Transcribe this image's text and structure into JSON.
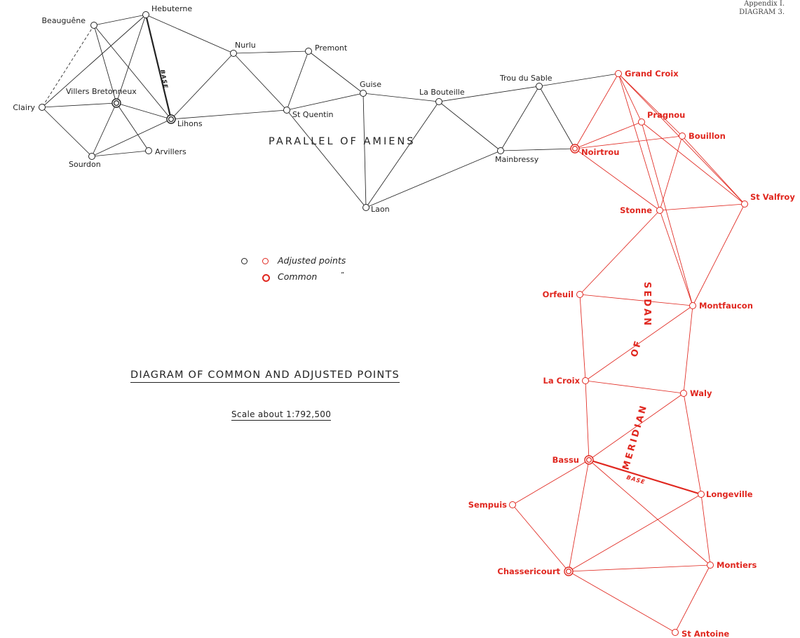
{
  "header": {
    "line1": "Appendix I.",
    "line2": "DIAGRAM 3."
  },
  "title": "DIAGRAM OF COMMON AND ADJUSTED POINTS",
  "scale": "Scale about  1:792,500",
  "legend": {
    "adjusted_label": "Adjusted points",
    "common_label": "Common",
    "common_ditto": "”"
  },
  "colors": {
    "black": "#222222",
    "red": "#e0271f"
  },
  "region_labels": {
    "parallel": "PARALLEL OF AMIENS",
    "meridian": [
      "OF",
      "MERIDIAN"
    ],
    "sedan": "SEDAN",
    "base_black": "BASE",
    "base_red": "BASE"
  },
  "stations": [
    {
      "id": "beaugene",
      "label": "Beauguêne",
      "color": "black",
      "kind": "adjusted"
    },
    {
      "id": "hebuterne",
      "label": "Hebuterne",
      "color": "black",
      "kind": "adjusted"
    },
    {
      "id": "nurlu",
      "label": "Nurlu",
      "color": "black",
      "kind": "adjusted"
    },
    {
      "id": "premont",
      "label": "Premont",
      "color": "black",
      "kind": "adjusted"
    },
    {
      "id": "clairy",
      "label": "Clairy",
      "color": "black",
      "kind": "adjusted"
    },
    {
      "id": "villers",
      "label": "Villers Bretonneux",
      "color": "black",
      "kind": "common"
    },
    {
      "id": "lihons",
      "label": "Lihons",
      "color": "black",
      "kind": "common"
    },
    {
      "id": "stquentin",
      "label": "St Quentin",
      "color": "black",
      "kind": "adjusted"
    },
    {
      "id": "guise",
      "label": "Guise",
      "color": "black",
      "kind": "adjusted"
    },
    {
      "id": "labouteille",
      "label": "La Bouteille",
      "color": "black",
      "kind": "adjusted"
    },
    {
      "id": "troudusable",
      "label": "Trou du Sable",
      "color": "black",
      "kind": "adjusted"
    },
    {
      "id": "sourdon",
      "label": "Sourdon",
      "color": "black",
      "kind": "adjusted"
    },
    {
      "id": "arvillers",
      "label": "Arvillers",
      "color": "black",
      "kind": "adjusted"
    },
    {
      "id": "laon",
      "label": "Laon",
      "color": "black",
      "kind": "adjusted"
    },
    {
      "id": "mainbressy",
      "label": "Mainbressy",
      "color": "black",
      "kind": "adjusted"
    },
    {
      "id": "noirtrou",
      "label": "Noirtrou",
      "color": "red",
      "kind": "common"
    },
    {
      "id": "grandcroix",
      "label": "Grand Croix",
      "color": "red",
      "kind": "adjusted"
    },
    {
      "id": "pragnou",
      "label": "Pragnou",
      "color": "red",
      "kind": "adjusted"
    },
    {
      "id": "bouillon",
      "label": "Bouillon",
      "color": "red",
      "kind": "adjusted"
    },
    {
      "id": "stvalfroy",
      "label": "St Valfroy",
      "color": "red",
      "kind": "adjusted"
    },
    {
      "id": "stonne",
      "label": "Stonne",
      "color": "red",
      "kind": "adjusted"
    },
    {
      "id": "orfeuil",
      "label": "Orfeuil",
      "color": "red",
      "kind": "adjusted"
    },
    {
      "id": "montfaucon",
      "label": "Montfaucon",
      "color": "red",
      "kind": "adjusted"
    },
    {
      "id": "lacroix",
      "label": "La Croix",
      "color": "red",
      "kind": "adjusted"
    },
    {
      "id": "waly",
      "label": "Waly",
      "color": "red",
      "kind": "adjusted"
    },
    {
      "id": "bassu",
      "label": "Bassu",
      "color": "red",
      "kind": "common"
    },
    {
      "id": "longeville",
      "label": "Longeville",
      "color": "red",
      "kind": "adjusted"
    },
    {
      "id": "sempuis",
      "label": "Sempuis",
      "color": "red",
      "kind": "adjusted"
    },
    {
      "id": "montiers",
      "label": "Montiers",
      "color": "red",
      "kind": "adjusted"
    },
    {
      "id": "chassericourt",
      "label": "Chassericourt",
      "color": "red",
      "kind": "common"
    },
    {
      "id": "stantoine",
      "label": "St Antoine",
      "color": "red",
      "kind": "adjusted"
    }
  ],
  "edges": [
    {
      "from": "beaugene",
      "to": "clairy",
      "color": "black",
      "style": "dashed"
    },
    {
      "from": "beaugene",
      "to": "hebuterne",
      "color": "black"
    },
    {
      "from": "beaugene",
      "to": "villers",
      "color": "black"
    },
    {
      "from": "beaugene",
      "to": "lihons",
      "color": "black"
    },
    {
      "from": "hebuterne",
      "to": "villers",
      "color": "black"
    },
    {
      "from": "hebuterne",
      "to": "lihons",
      "color": "black",
      "style": "base"
    },
    {
      "from": "hebuterne",
      "to": "nurlu",
      "color": "black"
    },
    {
      "from": "hebuterne",
      "to": "clairy",
      "color": "black"
    },
    {
      "from": "clairy",
      "to": "villers",
      "color": "black"
    },
    {
      "from": "clairy",
      "to": "sourdon",
      "color": "black"
    },
    {
      "from": "villers",
      "to": "lihons",
      "color": "black"
    },
    {
      "from": "villers",
      "to": "sourdon",
      "color": "black"
    },
    {
      "from": "villers",
      "to": "arvillers",
      "color": "black"
    },
    {
      "from": "lihons",
      "to": "sourdon",
      "color": "black"
    },
    {
      "from": "lihons",
      "to": "nurlu",
      "color": "black"
    },
    {
      "from": "lihons",
      "to": "stquentin",
      "color": "black"
    },
    {
      "from": "sourdon",
      "to": "arvillers",
      "color": "black"
    },
    {
      "from": "nurlu",
      "to": "premont",
      "color": "black"
    },
    {
      "from": "nurlu",
      "to": "stquentin",
      "color": "black"
    },
    {
      "from": "premont",
      "to": "stquentin",
      "color": "black"
    },
    {
      "from": "premont",
      "to": "guise",
      "color": "black"
    },
    {
      "from": "stquentin",
      "to": "guise",
      "color": "black"
    },
    {
      "from": "stquentin",
      "to": "laon",
      "color": "black"
    },
    {
      "from": "guise",
      "to": "laon",
      "color": "black"
    },
    {
      "from": "guise",
      "to": "labouteille",
      "color": "black"
    },
    {
      "from": "labouteille",
      "to": "laon",
      "color": "black"
    },
    {
      "from": "labouteille",
      "to": "mainbressy",
      "color": "black"
    },
    {
      "from": "labouteille",
      "to": "troudusable",
      "color": "black"
    },
    {
      "from": "laon",
      "to": "mainbressy",
      "color": "black"
    },
    {
      "from": "troudusable",
      "to": "mainbressy",
      "color": "black"
    },
    {
      "from": "troudusable",
      "to": "noirtrou",
      "color": "black"
    },
    {
      "from": "mainbressy",
      "to": "noirtrou",
      "color": "black"
    },
    {
      "from": "troudusable",
      "to": "grandcroix",
      "color": "black"
    },
    {
      "from": "noirtrou",
      "to": "grandcroix",
      "color": "red"
    },
    {
      "from": "noirtrou",
      "to": "pragnou",
      "color": "red"
    },
    {
      "from": "noirtrou",
      "to": "bouillon",
      "color": "red"
    },
    {
      "from": "noirtrou",
      "to": "stonne",
      "color": "red"
    },
    {
      "from": "grandcroix",
      "to": "pragnou",
      "color": "red"
    },
    {
      "from": "grandcroix",
      "to": "bouillon",
      "color": "red"
    },
    {
      "from": "grandcroix",
      "to": "stonne",
      "color": "red"
    },
    {
      "from": "grandcroix",
      "to": "stvalfroy",
      "color": "red"
    },
    {
      "from": "pragnou",
      "to": "stvalfroy",
      "color": "red"
    },
    {
      "from": "pragnou",
      "to": "montfaucon",
      "color": "red"
    },
    {
      "from": "bouillon",
      "to": "stvalfroy",
      "color": "red"
    },
    {
      "from": "bouillon",
      "to": "stonne",
      "color": "red"
    },
    {
      "from": "stonne",
      "to": "stvalfroy",
      "color": "red"
    },
    {
      "from": "stonne",
      "to": "orfeuil",
      "color": "red"
    },
    {
      "from": "stonne",
      "to": "montfaucon",
      "color": "red"
    },
    {
      "from": "stvalfroy",
      "to": "montfaucon",
      "color": "red"
    },
    {
      "from": "orfeuil",
      "to": "montfaucon",
      "color": "red"
    },
    {
      "from": "orfeuil",
      "to": "lacroix",
      "color": "red"
    },
    {
      "from": "montfaucon",
      "to": "lacroix",
      "color": "red"
    },
    {
      "from": "montfaucon",
      "to": "waly",
      "color": "red"
    },
    {
      "from": "lacroix",
      "to": "waly",
      "color": "red"
    },
    {
      "from": "lacroix",
      "to": "bassu",
      "color": "red"
    },
    {
      "from": "waly",
      "to": "bassu",
      "color": "red"
    },
    {
      "from": "waly",
      "to": "longeville",
      "color": "red"
    },
    {
      "from": "bassu",
      "to": "longeville",
      "color": "red",
      "style": "base"
    },
    {
      "from": "bassu",
      "to": "sempuis",
      "color": "red"
    },
    {
      "from": "bassu",
      "to": "chassericourt",
      "color": "red"
    },
    {
      "from": "bassu",
      "to": "montiers",
      "color": "red"
    },
    {
      "from": "longeville",
      "to": "montiers",
      "color": "red"
    },
    {
      "from": "longeville",
      "to": "chassericourt",
      "color": "red"
    },
    {
      "from": "sempuis",
      "to": "chassericourt",
      "color": "red"
    },
    {
      "from": "montiers",
      "to": "chassericourt",
      "color": "red"
    },
    {
      "from": "montiers",
      "to": "stantoine",
      "color": "red"
    },
    {
      "from": "chassericourt",
      "to": "stantoine",
      "color": "red"
    }
  ]
}
